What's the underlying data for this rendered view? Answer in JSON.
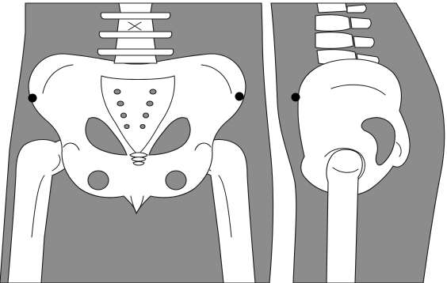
{
  "figure": {
    "panels": [
      {
        "id": "anterior",
        "view": "front"
      },
      {
        "id": "lateral",
        "view": "side"
      }
    ],
    "colors": {
      "soft_tissue": "#8c8c8c",
      "bone": "#ffffff",
      "outline": "#1a1a1a",
      "landmark": "#000000"
    },
    "landmark_count": 3
  }
}
